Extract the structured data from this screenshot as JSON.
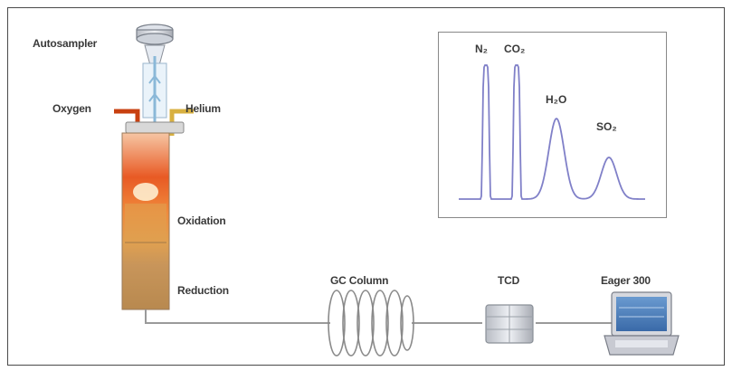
{
  "labels": {
    "autosampler": "Autosampler",
    "oxygen": "Oxygen",
    "helium": "Helium",
    "oxidation": "Oxidation",
    "reduction": "Reduction",
    "gc_column": "GC Column",
    "tcd": "TCD",
    "software": "Eager 300"
  },
  "chromatogram": {
    "peaks": [
      {
        "label": "N₂"
      },
      {
        "label": "CO₂"
      },
      {
        "label": "H₂O"
      },
      {
        "label": "SO₂"
      }
    ]
  },
  "colors": {
    "line": "#8080c8",
    "pipe": "#9a9a9a",
    "gas_flow": "#8ab8d8",
    "oxidation_hot": "#e85020",
    "reduction": "#c89a60",
    "screen": "#4a7ab8"
  }
}
